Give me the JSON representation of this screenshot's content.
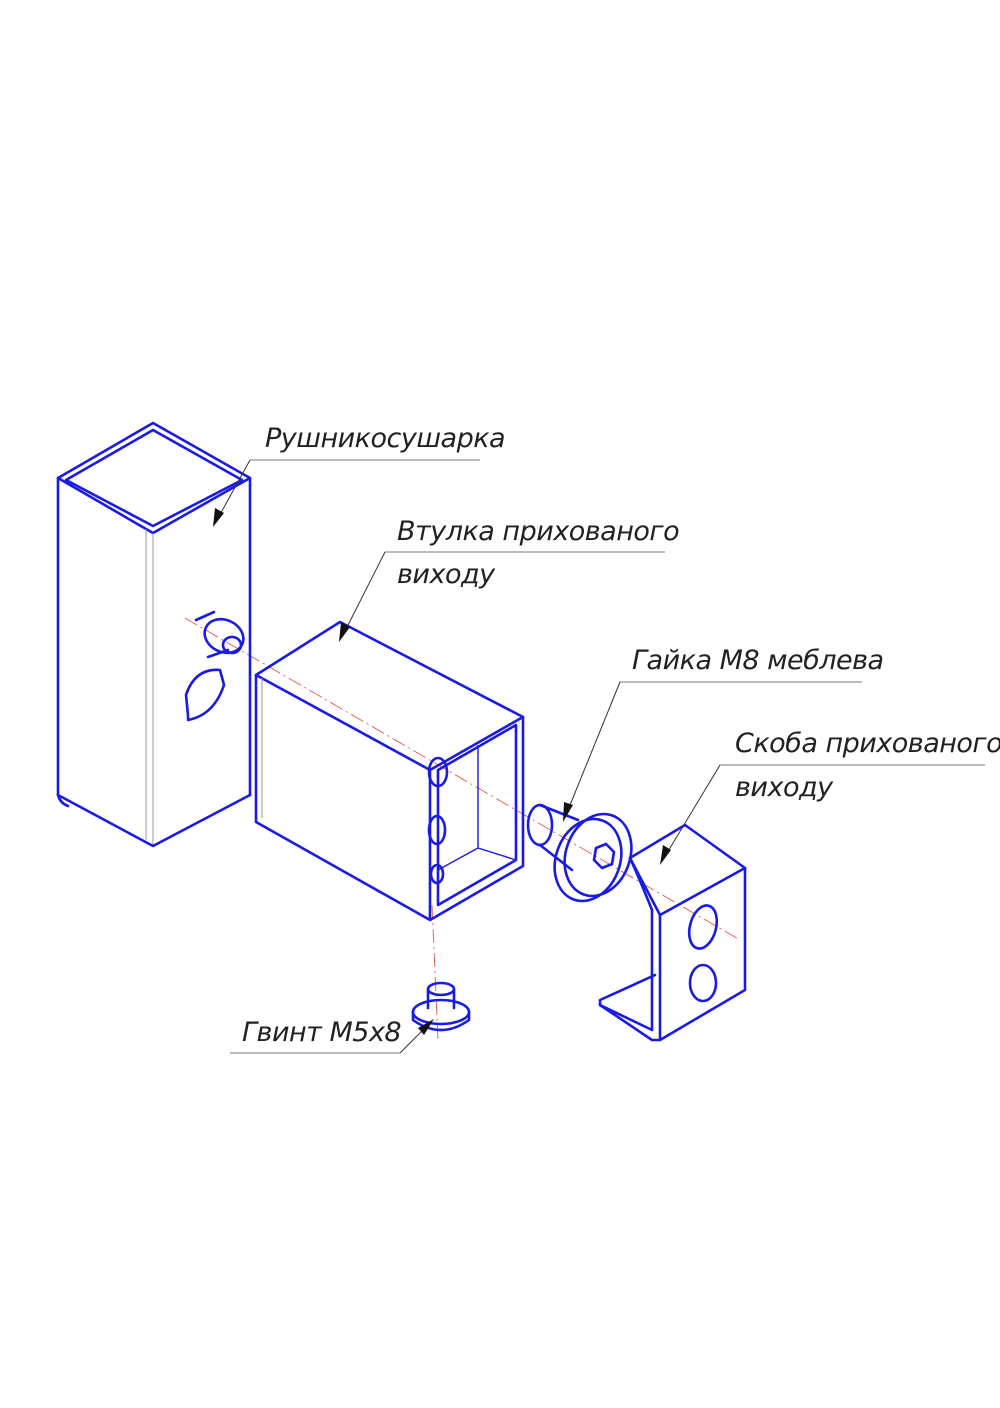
{
  "labels": {
    "towel_dryer": "Рушникосушарка",
    "sleeve_line1": "Втулка прихованого",
    "sleeve_line2": "виходу",
    "nut": "Гайка М8 меблева",
    "bracket_line1": "Скоба прихованого",
    "bracket_line2": "виходу",
    "screw": "Гвинт М5х8"
  },
  "colors": {
    "part_outline": "#1a1ae6",
    "axis_line": "#e05a4a",
    "text": "#222222"
  }
}
